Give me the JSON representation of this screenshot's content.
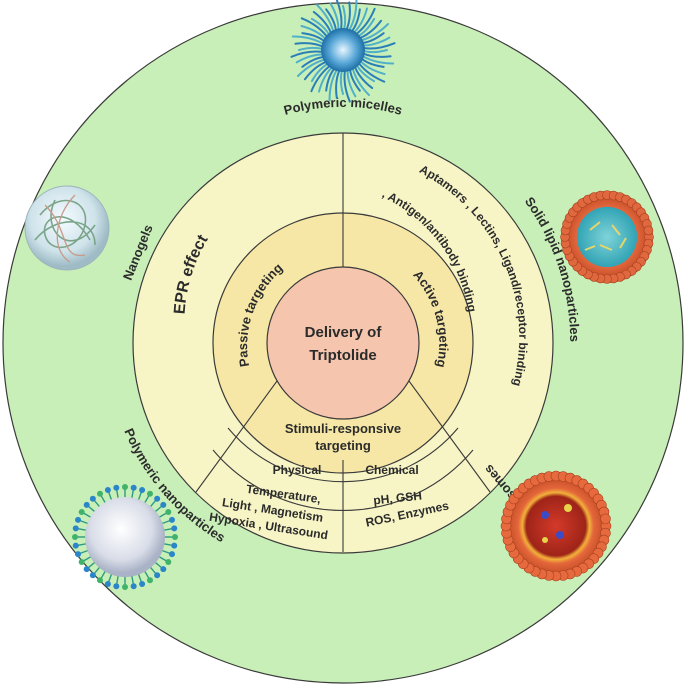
{
  "center": {
    "line1": "Delivery of",
    "line2": "Triptolide"
  },
  "inner_ring": {
    "passive": "Passive targeting",
    "active": "Active targeting",
    "stimuli_line1": "Stimuli-responsive",
    "stimuli_line2": "targeting"
  },
  "middle_ring": {
    "epr": "EPR   effect",
    "active_line1": "Aptamers , Lectins, Ligand/receptor binding",
    "active_line2": ", Antigen/antibody binding",
    "physical": "Physical",
    "chemical": "Chemical",
    "physical_line1": "Temperature,",
    "physical_line2": "Light , Magnetism",
    "physical_line3": "Hypoxia ,  Ultrasound",
    "chemical_line1": "pH, GSH",
    "chemical_line2": "ROS, Enzymes"
  },
  "outer_ring": {
    "micelles": "Polymeric micelles",
    "solid_lipid": "Solid lipid nanoparticles",
    "liposomes": "Liposomes",
    "polymeric_np": "Polymeric nanoparticles",
    "nanogels": "Nanogels"
  },
  "colors": {
    "outer_fill": "#c9efb8",
    "middle_fill": "#f7f5c6",
    "inner_fill": "#f6e7a6",
    "center_fill": "#f5c6ad",
    "stroke": "#3a3a3a"
  }
}
